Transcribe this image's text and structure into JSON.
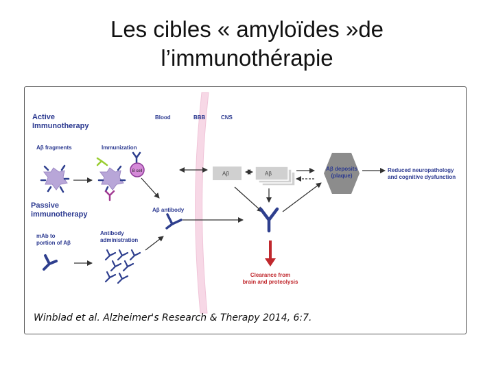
{
  "slide": {
    "title_line1": "Les cibles « amyloïdes »de",
    "title_line2": "l’immunothérapie",
    "caption": "Winblad et al. Alzheimer's Research & Therapy 2014, 6:7."
  },
  "diagram": {
    "active_title_1": "Active",
    "active_title_2": "Immunotherapy",
    "passive_title_1": "Passive",
    "passive_title_2": "immunotherapy",
    "ab_fragments": "Aβ fragments",
    "immunization": "Immunization",
    "bcell": "B cell",
    "blood": "Blood",
    "bbb": "BBB",
    "cns": "CNS",
    "ab_blood": "Aβ",
    "ab_cns": "Aβ",
    "deposits_1": "Aβ deposits",
    "deposits_2": "(plaque)",
    "outcome_1": "Reduced neuropathology",
    "outcome_2": "and cognitive dysfunction",
    "ab_antibody": "Aβ antibody",
    "mab_1": "mAb to",
    "mab_2": "portion of Aβ",
    "antibody_admin_1": "Antibody",
    "antibody_admin_2": "administration",
    "clearance_1": "Clearance from",
    "clearance_2": "brain and proteolysis"
  },
  "colors": {
    "accent_blue": "#2e3f8e",
    "title_blue": "#2b3990",
    "cell_purple": "#b8a6d8",
    "bcell_magenta": "#d58ad8",
    "clearance_red": "#c0282d",
    "bbb_pink": "#f7d8e6",
    "plaque_gray": "#8c8c8c",
    "antibody_green": "#9acd32"
  }
}
